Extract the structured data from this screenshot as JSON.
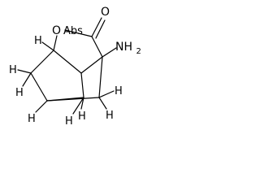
{
  "molecule": {
    "atoms": {
      "ring_oxygen": "O",
      "carbonyl_oxygen": "O",
      "amino": "NH",
      "amino_h": "2"
    },
    "stereo_label": "Abs",
    "hydrogens": [
      "H",
      "H",
      "H",
      "H",
      "H",
      "H",
      "H",
      "H"
    ]
  }
}
